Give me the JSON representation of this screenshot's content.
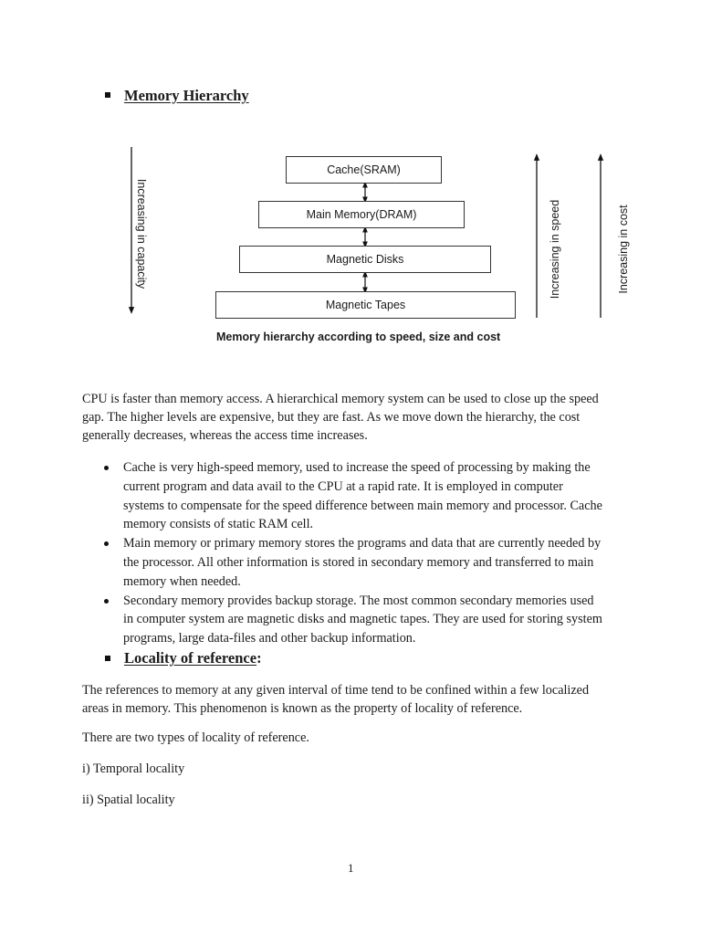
{
  "section1": {
    "title": "Memory Hierarchy"
  },
  "diagram": {
    "levels": [
      "Cache(SRAM)",
      "Main Memory(DRAM)",
      "Magnetic Disks",
      "Magnetic  Tapes"
    ],
    "left_label": "Increasing in capacity",
    "right_labels": [
      "Increasing in speed",
      "Increasing in cost"
    ],
    "caption": "Memory hierarchy according to speed, size and cost"
  },
  "intro": "CPU is faster than memory access. A hierarchical memory system can be used to close up the speed gap. The higher levels are expensive, but they are fast. As we move down the hierarchy, the cost generally decreases, whereas the access time increases.",
  "bullets": [
    "Cache is very high-speed memory, used to increase the speed of processing by making the current program and data avail to the CPU at a rapid rate. It is employed in computer systems to compensate for the speed difference between main memory and processor. Cache memory consists of static RAM cell.",
    "Main memory or primary memory stores the programs and data that are currently needed by the processor. All other information is stored in secondary memory and transferred to main memory when needed.",
    "Secondary memory provides backup storage. The most common secondary memories used in computer system are magnetic disks and magnetic tapes. They are used for storing system programs, large data-files and other backup information."
  ],
  "section2": {
    "title": "Locality of reference",
    "colon": ":",
    "para1": "The references to memory at any given interval of time tend to be confined within a few localized areas in memory. This phenomenon is known as the property of locality of reference.",
    "para2": "There are two types of locality of reference.",
    "item1": "i) Temporal locality",
    "item2": "ii) Spatial locality"
  },
  "page_number": "1"
}
